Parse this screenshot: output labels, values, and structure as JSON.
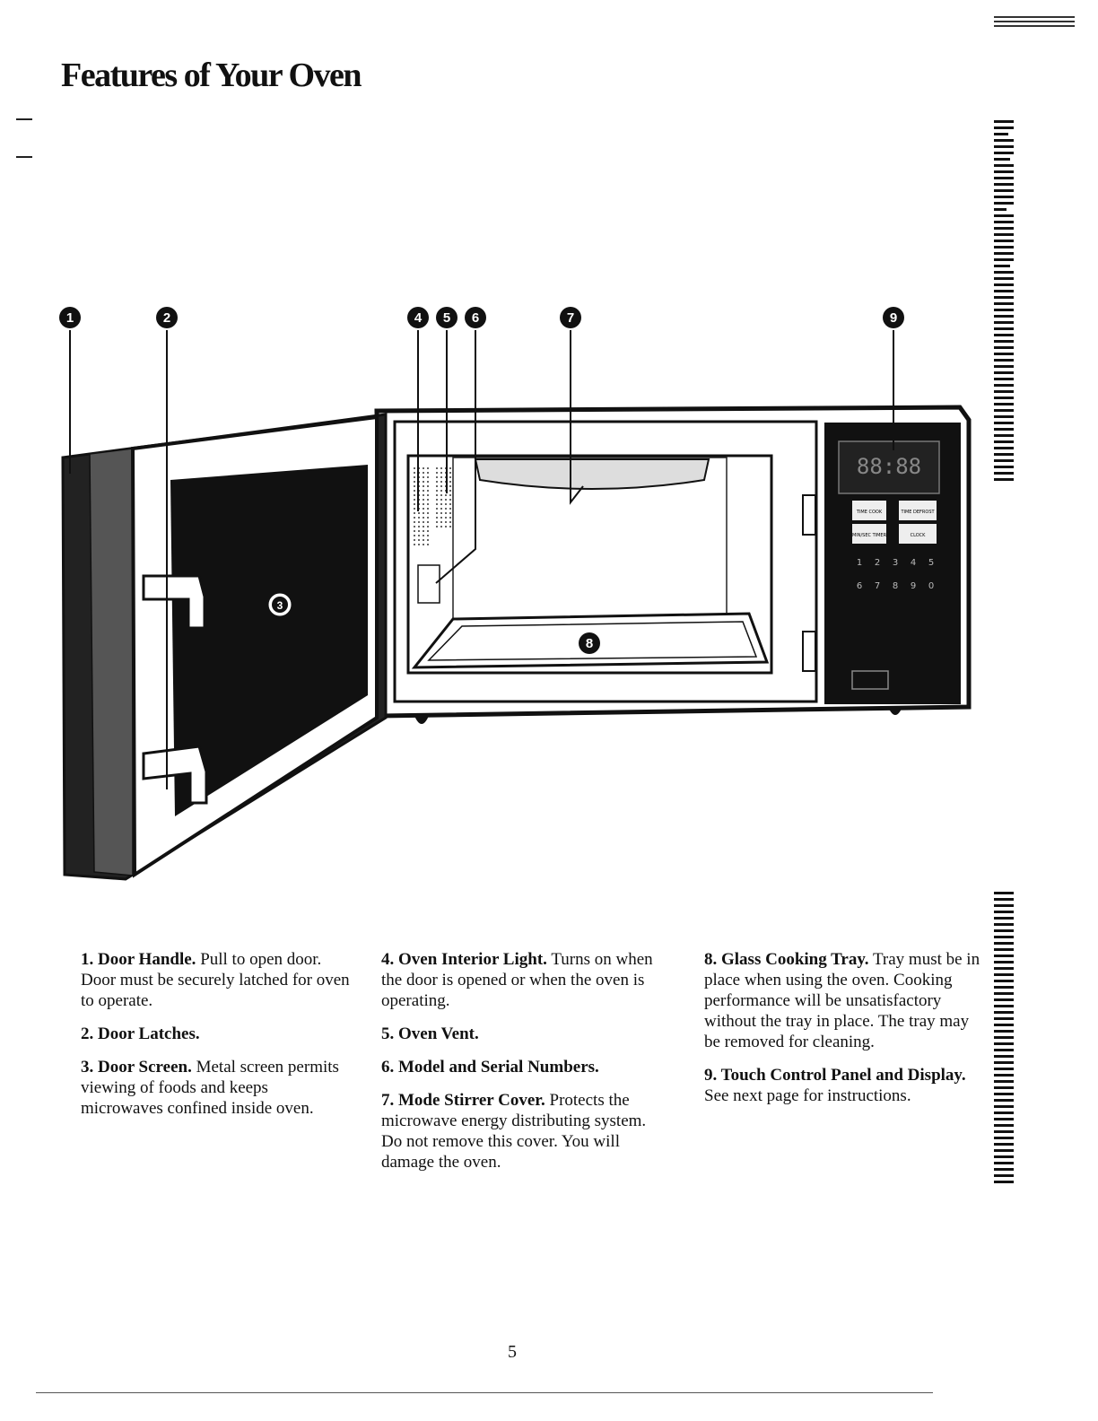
{
  "title": "Features of Your Oven",
  "page_number": "5",
  "callouts": [
    "1",
    "2",
    "3",
    "4",
    "5",
    "6",
    "7",
    "8",
    "9"
  ],
  "display_digits": "88:88",
  "control_panel": {
    "buttons": [
      "TIME COOK",
      "TIME DEFROST",
      "MIN/SEC TIMER",
      "CLOCK"
    ],
    "keypad": [
      "1",
      "2",
      "3",
      "4",
      "5",
      "6",
      "7",
      "8",
      "9",
      "0"
    ]
  },
  "features": {
    "f1": {
      "num": "1.",
      "name": "Door Handle.",
      "text": "Pull to open door. Door must be securely latched for oven to operate."
    },
    "f2": {
      "num": "2.",
      "name": "Door Latches.",
      "text": ""
    },
    "f3": {
      "num": "3.",
      "name": "Door Screen.",
      "text": "Metal screen permits viewing of foods and keeps microwaves confined inside oven."
    },
    "f4": {
      "num": "4.",
      "name": "Oven Interior Light.",
      "text": "Turns on when the door is opened or when the oven is operating."
    },
    "f5": {
      "num": "5.",
      "name": "Oven Vent.",
      "text": ""
    },
    "f6": {
      "num": "6.",
      "name": "Model and Serial Numbers.",
      "text": ""
    },
    "f7": {
      "num": "7.",
      "name": "Mode Stirrer Cover.",
      "text": "Protects the microwave energy distributing system. Do not remove this cover. You will damage the oven."
    },
    "f8": {
      "num": "8.",
      "name": "Glass Cooking Tray.",
      "text": "Tray must be in place when using the oven. Cooking performance will be unsatisfactory without the tray in place. The tray may be removed for cleaning."
    },
    "f9": {
      "num": "9.",
      "name": "Touch Control Panel and Display.",
      "text": "See next page for instructions."
    }
  }
}
